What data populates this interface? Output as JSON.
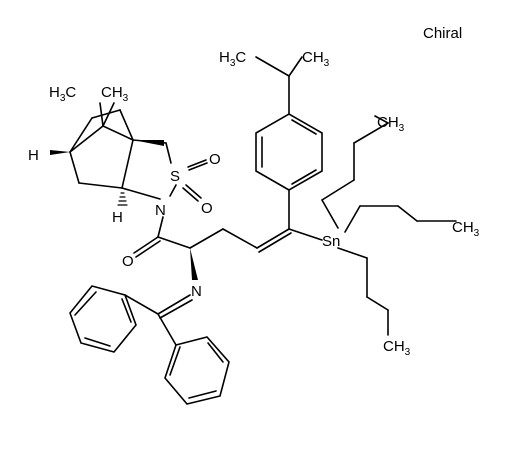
{
  "molecule": {
    "chiral_flag": "Chiral",
    "labels": {
      "h3c_left": {
        "main": "H",
        "sub": "3",
        "tail": "C"
      },
      "ch3_top": {
        "main": "CH",
        "sub": "3"
      },
      "h_bridgehead_left": "H",
      "h_bridgehead_lower": "H",
      "s": "S",
      "o_s_top": "O",
      "o_s_bottom": "O",
      "n_ring": "N",
      "o_carbonyl": "O",
      "n_imine": "N",
      "sn": "Sn",
      "h3c_isopropyl": {
        "main": "H",
        "sub": "3",
        "tail": "C"
      },
      "ch3_isopropyl": {
        "main": "CH",
        "sub": "3"
      },
      "ch3_butyl_1": {
        "main": "CH",
        "sub": "3"
      },
      "ch3_butyl_2": {
        "main": "CH",
        "sub": "3"
      },
      "ch3_butyl_3": {
        "main": "CH",
        "sub": "3"
      }
    }
  }
}
